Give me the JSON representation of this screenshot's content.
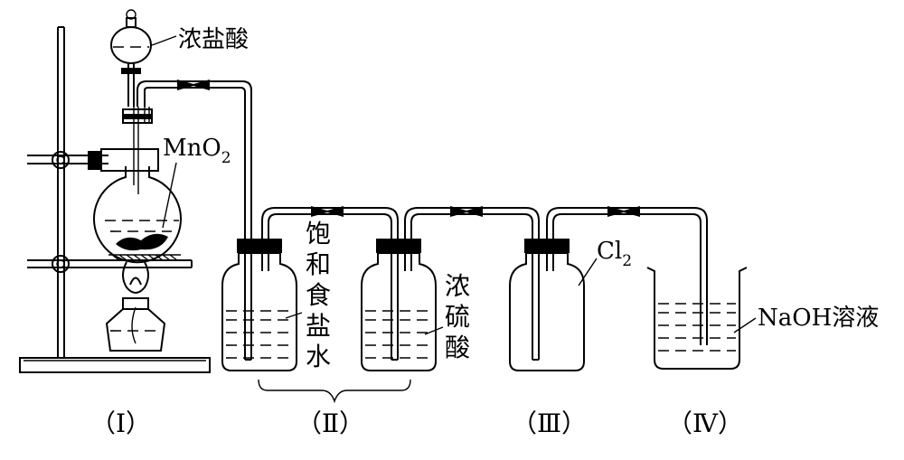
{
  "labels": {
    "conc_hcl": "浓盐酸",
    "mno2": "MnO",
    "mno2_sub": "2",
    "sat_salt": [
      "饱",
      "和",
      "食",
      "盐",
      "水"
    ],
    "conc_h2so4": [
      "浓",
      "硫",
      "酸"
    ],
    "cl2": "Cl",
    "cl2_sub": "2",
    "naoh": "NaOH溶液"
  },
  "apparatus_ids": [
    "（Ⅰ）",
    "（Ⅱ）",
    "（Ⅲ）",
    "（Ⅳ）"
  ],
  "colors": {
    "ink": "#000000",
    "background": "#ffffff"
  }
}
